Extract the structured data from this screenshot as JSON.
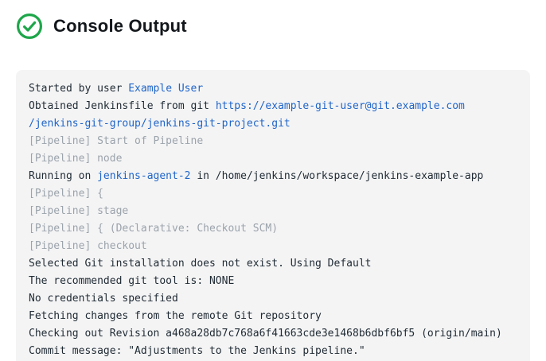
{
  "header": {
    "title": "Console Output",
    "status_icon": "success-check-circle"
  },
  "colors": {
    "success_green": "#1ea64a",
    "link_blue": "#2065c8",
    "muted_gray": "#9ba3ab",
    "console_bg": "#f4f4f5",
    "console_text": "#1f2a33"
  },
  "console": {
    "lines": [
      {
        "muted": false,
        "segments": [
          {
            "text": "Started by user ",
            "link": false
          },
          {
            "text": "Example User",
            "link": true
          }
        ]
      },
      {
        "muted": false,
        "segments": [
          {
            "text": "Obtained Jenkinsfile from git ",
            "link": false
          },
          {
            "text": "https://example-git-user@git.example.com",
            "link": true
          }
        ]
      },
      {
        "muted": false,
        "segments": [
          {
            "text": "/jenkins-git-group/jenkins-git-project.git",
            "link": true
          }
        ]
      },
      {
        "muted": true,
        "segments": [
          {
            "text": "[Pipeline] Start of Pipeline",
            "link": false
          }
        ]
      },
      {
        "muted": true,
        "segments": [
          {
            "text": "[Pipeline] node",
            "link": false
          }
        ]
      },
      {
        "muted": false,
        "segments": [
          {
            "text": "Running on ",
            "link": false
          },
          {
            "text": "jenkins-agent-2",
            "link": true
          },
          {
            "text": " in /home/jenkins/workspace/jenkins-example-app",
            "link": false
          }
        ]
      },
      {
        "muted": true,
        "segments": [
          {
            "text": "[Pipeline] {",
            "link": false
          }
        ]
      },
      {
        "muted": true,
        "segments": [
          {
            "text": "[Pipeline] stage",
            "link": false
          }
        ]
      },
      {
        "muted": true,
        "segments": [
          {
            "text": "[Pipeline] { (Declarative: Checkout SCM)",
            "link": false
          }
        ]
      },
      {
        "muted": true,
        "segments": [
          {
            "text": "[Pipeline] checkout",
            "link": false
          }
        ]
      },
      {
        "muted": false,
        "segments": [
          {
            "text": "Selected Git installation does not exist. Using Default",
            "link": false
          }
        ]
      },
      {
        "muted": false,
        "segments": [
          {
            "text": "The recommended git tool is: NONE",
            "link": false
          }
        ]
      },
      {
        "muted": false,
        "segments": [
          {
            "text": "No credentials specified",
            "link": false
          }
        ]
      },
      {
        "muted": false,
        "segments": [
          {
            "text": "Fetching changes from the remote Git repository",
            "link": false
          }
        ]
      },
      {
        "muted": false,
        "segments": [
          {
            "text": "Checking out Revision a468a28db7c768a6f41663cde3e1468b6dbf6bf5 (origin/main)",
            "link": false
          }
        ]
      },
      {
        "muted": false,
        "segments": [
          {
            "text": "Commit message: \"Adjustments to the Jenkins pipeline.\"",
            "link": false
          }
        ]
      }
    ]
  }
}
